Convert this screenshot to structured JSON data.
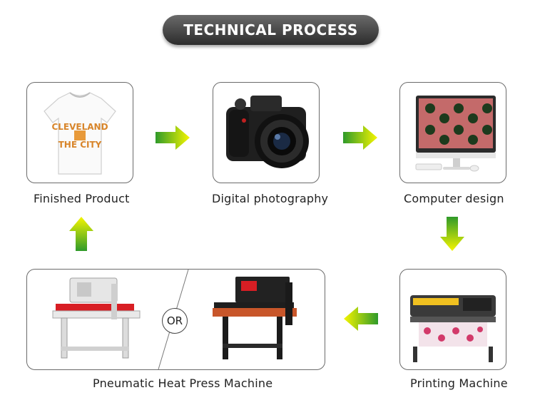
{
  "header": {
    "title": "TECHNICAL PROCESS"
  },
  "steps": {
    "finished_product": {
      "label": "Finished Product",
      "shirt_text_1": "CLEVELAND",
      "shirt_text_2": "THE CITY"
    },
    "digital_photography": {
      "label": "Digital photography"
    },
    "computer_design": {
      "label": "Computer design"
    },
    "printing_machine": {
      "label": "Printing Machine"
    },
    "heat_press": {
      "label": "Pneumatic Heat Press Machine",
      "or_text": "OR"
    }
  },
  "colors": {
    "arrow_light": "#f2f400",
    "arrow_dark": "#3fa82a",
    "pill_dark": "#2c2c2c",
    "press_red": "#d81e24"
  },
  "icons": [
    "tshirt-image",
    "camera-image",
    "monitor-image",
    "printer-image",
    "heat-press-image"
  ]
}
